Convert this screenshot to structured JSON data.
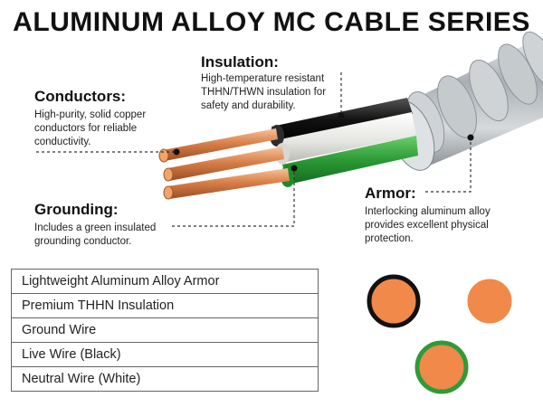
{
  "title": "ALUMINUM ALLOY MC CABLE SERIES",
  "callouts": {
    "conductors": {
      "title": "Conductors:",
      "text": [
        "High-purity, solid copper",
        "conductors for reliable",
        "conductivity."
      ]
    },
    "insulation": {
      "title": "Insulation:",
      "text": [
        "High-temperature resistant",
        "THHN/THWN insulation for",
        "safety and durability."
      ]
    },
    "grounding": {
      "title": "Grounding:",
      "text": [
        "Includes a green insulated",
        "grounding conductor."
      ]
    },
    "armor": {
      "title": "Armor:",
      "text": [
        "Interlocking aluminum alloy",
        "provides excellent physical",
        "protection."
      ]
    }
  },
  "features": [
    "Lightweight Aluminum Alloy Armor",
    "Premium THHN Insulation",
    "Ground Wire",
    "Live Wire (Black)",
    "Neutral Wire (White)"
  ],
  "colors": {
    "copper": "#f0894a",
    "live_ring": "#111111",
    "neutral_ring": "#ffffff",
    "ground_ring": "#2e9b3a",
    "armor": "#b8bcc0"
  }
}
